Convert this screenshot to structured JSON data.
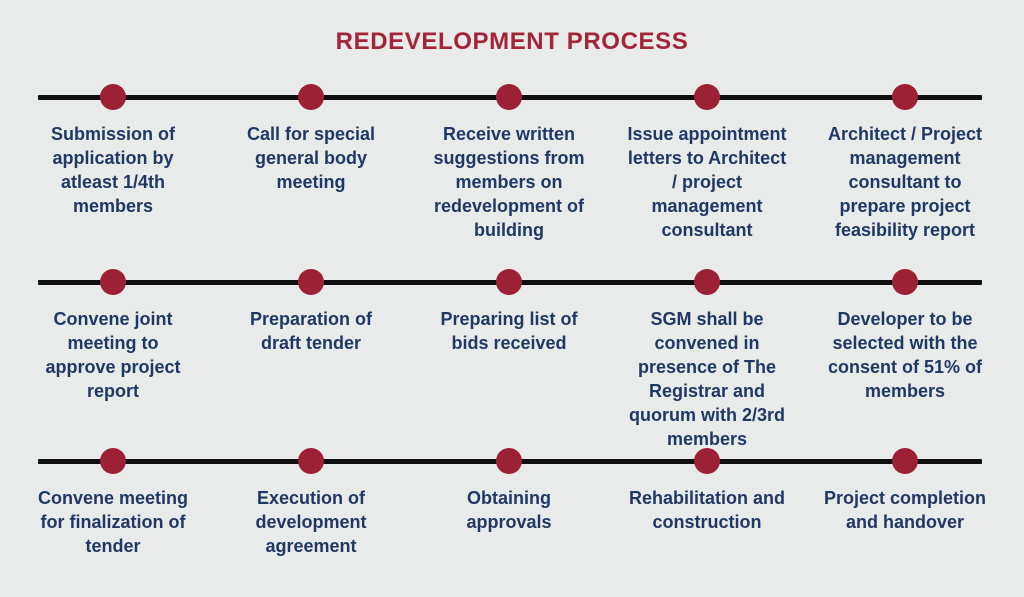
{
  "title": "REDEVELOPMENT PROCESS",
  "colors": {
    "background": "#E9EAEA",
    "title": "#A32638",
    "dot": "#9C2134",
    "line": "#101010",
    "text": "#1F3864"
  },
  "rows": [
    {
      "steps": [
        {
          "label": "Submission of\napplication by\natleast 1/4th\nmembers"
        },
        {
          "label": "Call for special\ngeneral body\nmeeting"
        },
        {
          "label": "Receive written\nsuggestions from\nmembers on\nredevelopment of\nbuilding"
        },
        {
          "label": "Issue appointment\nletters to Architect\n/ project\nmanagement\nconsultant"
        },
        {
          "label": "Architect / Project\nmanagement\nconsultant to\nprepare project\nfeasibility report"
        }
      ]
    },
    {
      "steps": [
        {
          "label": "Convene joint\nmeeting to\napprove project\nreport"
        },
        {
          "label": "Preparation of\ndraft tender"
        },
        {
          "label": "Preparing list of\nbids received"
        },
        {
          "label": "SGM shall be\nconvened in\npresence of The\nRegistrar and\nquorum with 2/3rd\nmembers"
        },
        {
          "label": "Developer to be\nselected with the\nconsent of 51% of\nmembers"
        }
      ]
    },
    {
      "steps": [
        {
          "label": "Convene meeting\nfor finalization of\ntender"
        },
        {
          "label": "Execution of\ndevelopment\nagreement"
        },
        {
          "label": "Obtaining\napprovals"
        },
        {
          "label": "Rehabilitation and\nconstruction"
        },
        {
          "label": "Project completion\nand handover"
        }
      ]
    }
  ]
}
